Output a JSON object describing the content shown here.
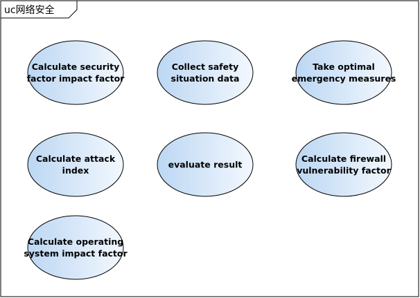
{
  "diagram": {
    "frame_label": "uc网络安全",
    "use_cases": [
      {
        "id": "uc-security-factor",
        "lines": [
          "Calculate security",
          "factor impact factor"
        ]
      },
      {
        "id": "uc-collect-data",
        "lines": [
          "Collect safety",
          "situation data"
        ]
      },
      {
        "id": "uc-emergency",
        "lines": [
          "Take optimal",
          "emergency measures"
        ]
      },
      {
        "id": "uc-attack-index",
        "lines": [
          "Calculate attack",
          "index"
        ]
      },
      {
        "id": "uc-evaluate",
        "lines": [
          "evaluate result"
        ]
      },
      {
        "id": "uc-firewall",
        "lines": [
          "Calculate firewall",
          "vulnerability factor"
        ]
      },
      {
        "id": "uc-os-impact",
        "lines": [
          "Calculate operating",
          "system impact factor"
        ]
      }
    ]
  },
  "colors": {
    "ellipse_fill_light": "#f3f8fe",
    "ellipse_fill_dark": "#bcd7f3",
    "ellipse_stroke": "#000000",
    "frame_stroke": "#000000"
  }
}
